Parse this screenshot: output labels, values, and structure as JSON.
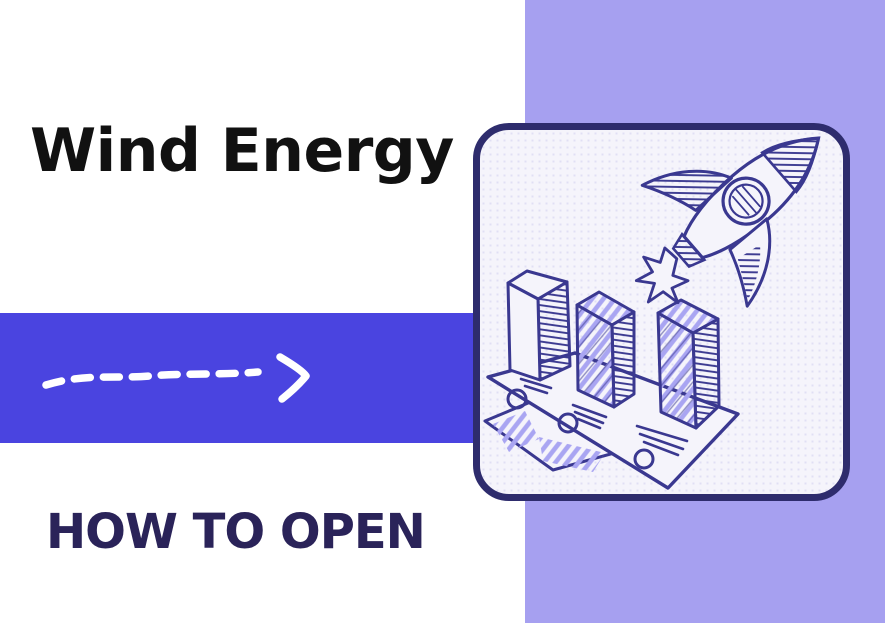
{
  "slide": {
    "title": "Wind Energy",
    "subtitle": "HOW TO OPEN",
    "band": {
      "arrow_icon": "hand-drawn-dashed-arrow-right"
    },
    "card": {
      "illustration": "sketch-rocket-launching-over-3d-bar-chart-on-papers"
    },
    "colors": {
      "background": "#ffffff",
      "panel": "#a6a0f0",
      "band": "#4a44e0",
      "title": "#111111",
      "subtitle": "#2a2359",
      "card_bg": "#f5f4fb",
      "card_border": "#2e2c6d",
      "ink": "#3a3890",
      "hatch": "#a9a5f2",
      "dots": "#e1dff4",
      "arrow": "#ffffff"
    }
  }
}
